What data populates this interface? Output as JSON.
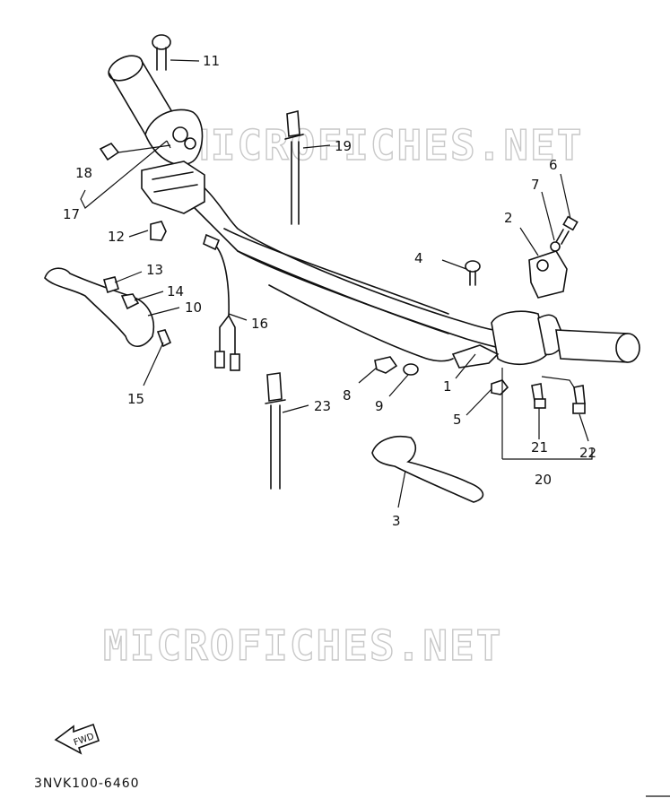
{
  "watermark": "MICROFICHES.NET",
  "diagram_code": "3NVK100-6460",
  "fwd_label": "FWD",
  "callouts": {
    "p1": "1",
    "p2": "2",
    "p3": "3",
    "p4": "4",
    "p5": "5",
    "p6": "6",
    "p7": "7",
    "p8": "8",
    "p9": "9",
    "p10": "10",
    "p11": "11",
    "p12": "12",
    "p13": "13",
    "p14": "14",
    "p15": "15",
    "p16": "16",
    "p17": "17",
    "p18": "18",
    "p19": "19",
    "p20": "20",
    "p21": "21",
    "p22": "22",
    "p23": "23"
  }
}
